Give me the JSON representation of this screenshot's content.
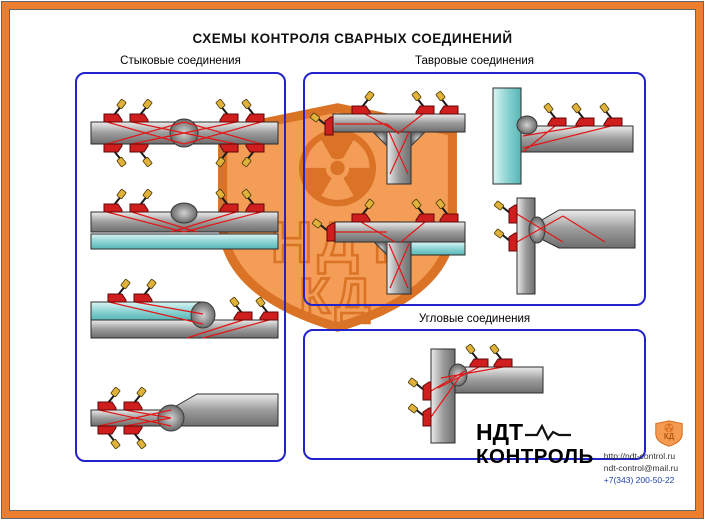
{
  "title": "СХЕМЫ КОНТРОЛЯ СВАРНЫХ СОЕДИНЕНИЙ",
  "panels": {
    "butt": {
      "label": "Стыковые соединения"
    },
    "tee": {
      "label": "Тавровые соединения"
    },
    "corner": {
      "label": "Угловые соединения"
    }
  },
  "watermark": {
    "monogram_top": "НДТ",
    "monogram_bottom": "КД"
  },
  "logo": {
    "name_line1": "НДТ",
    "name_line2": "КОНТРОЛЬ"
  },
  "contacts": {
    "website": "http://ndt-control.ru",
    "email": "ndt-control@mail.ru",
    "phone": "+7(343) 200-50-22"
  },
  "colors": {
    "frame_orange": "#ee7e2e",
    "panel_border_blue": "#2323cc",
    "probe_red": "#d01d1d",
    "beam_red": "#e31515",
    "steel_gray": "#9a9a9a",
    "cyan_plate": "#8ed4d4",
    "shield_fill": "#f49a51",
    "shield_line": "#d96f1f"
  },
  "icons": {
    "shield": "ndt-shield",
    "trefoil": "radiation-trefoil",
    "pulse": "ecg-pulse",
    "probe": "ultrasonic-probe"
  }
}
